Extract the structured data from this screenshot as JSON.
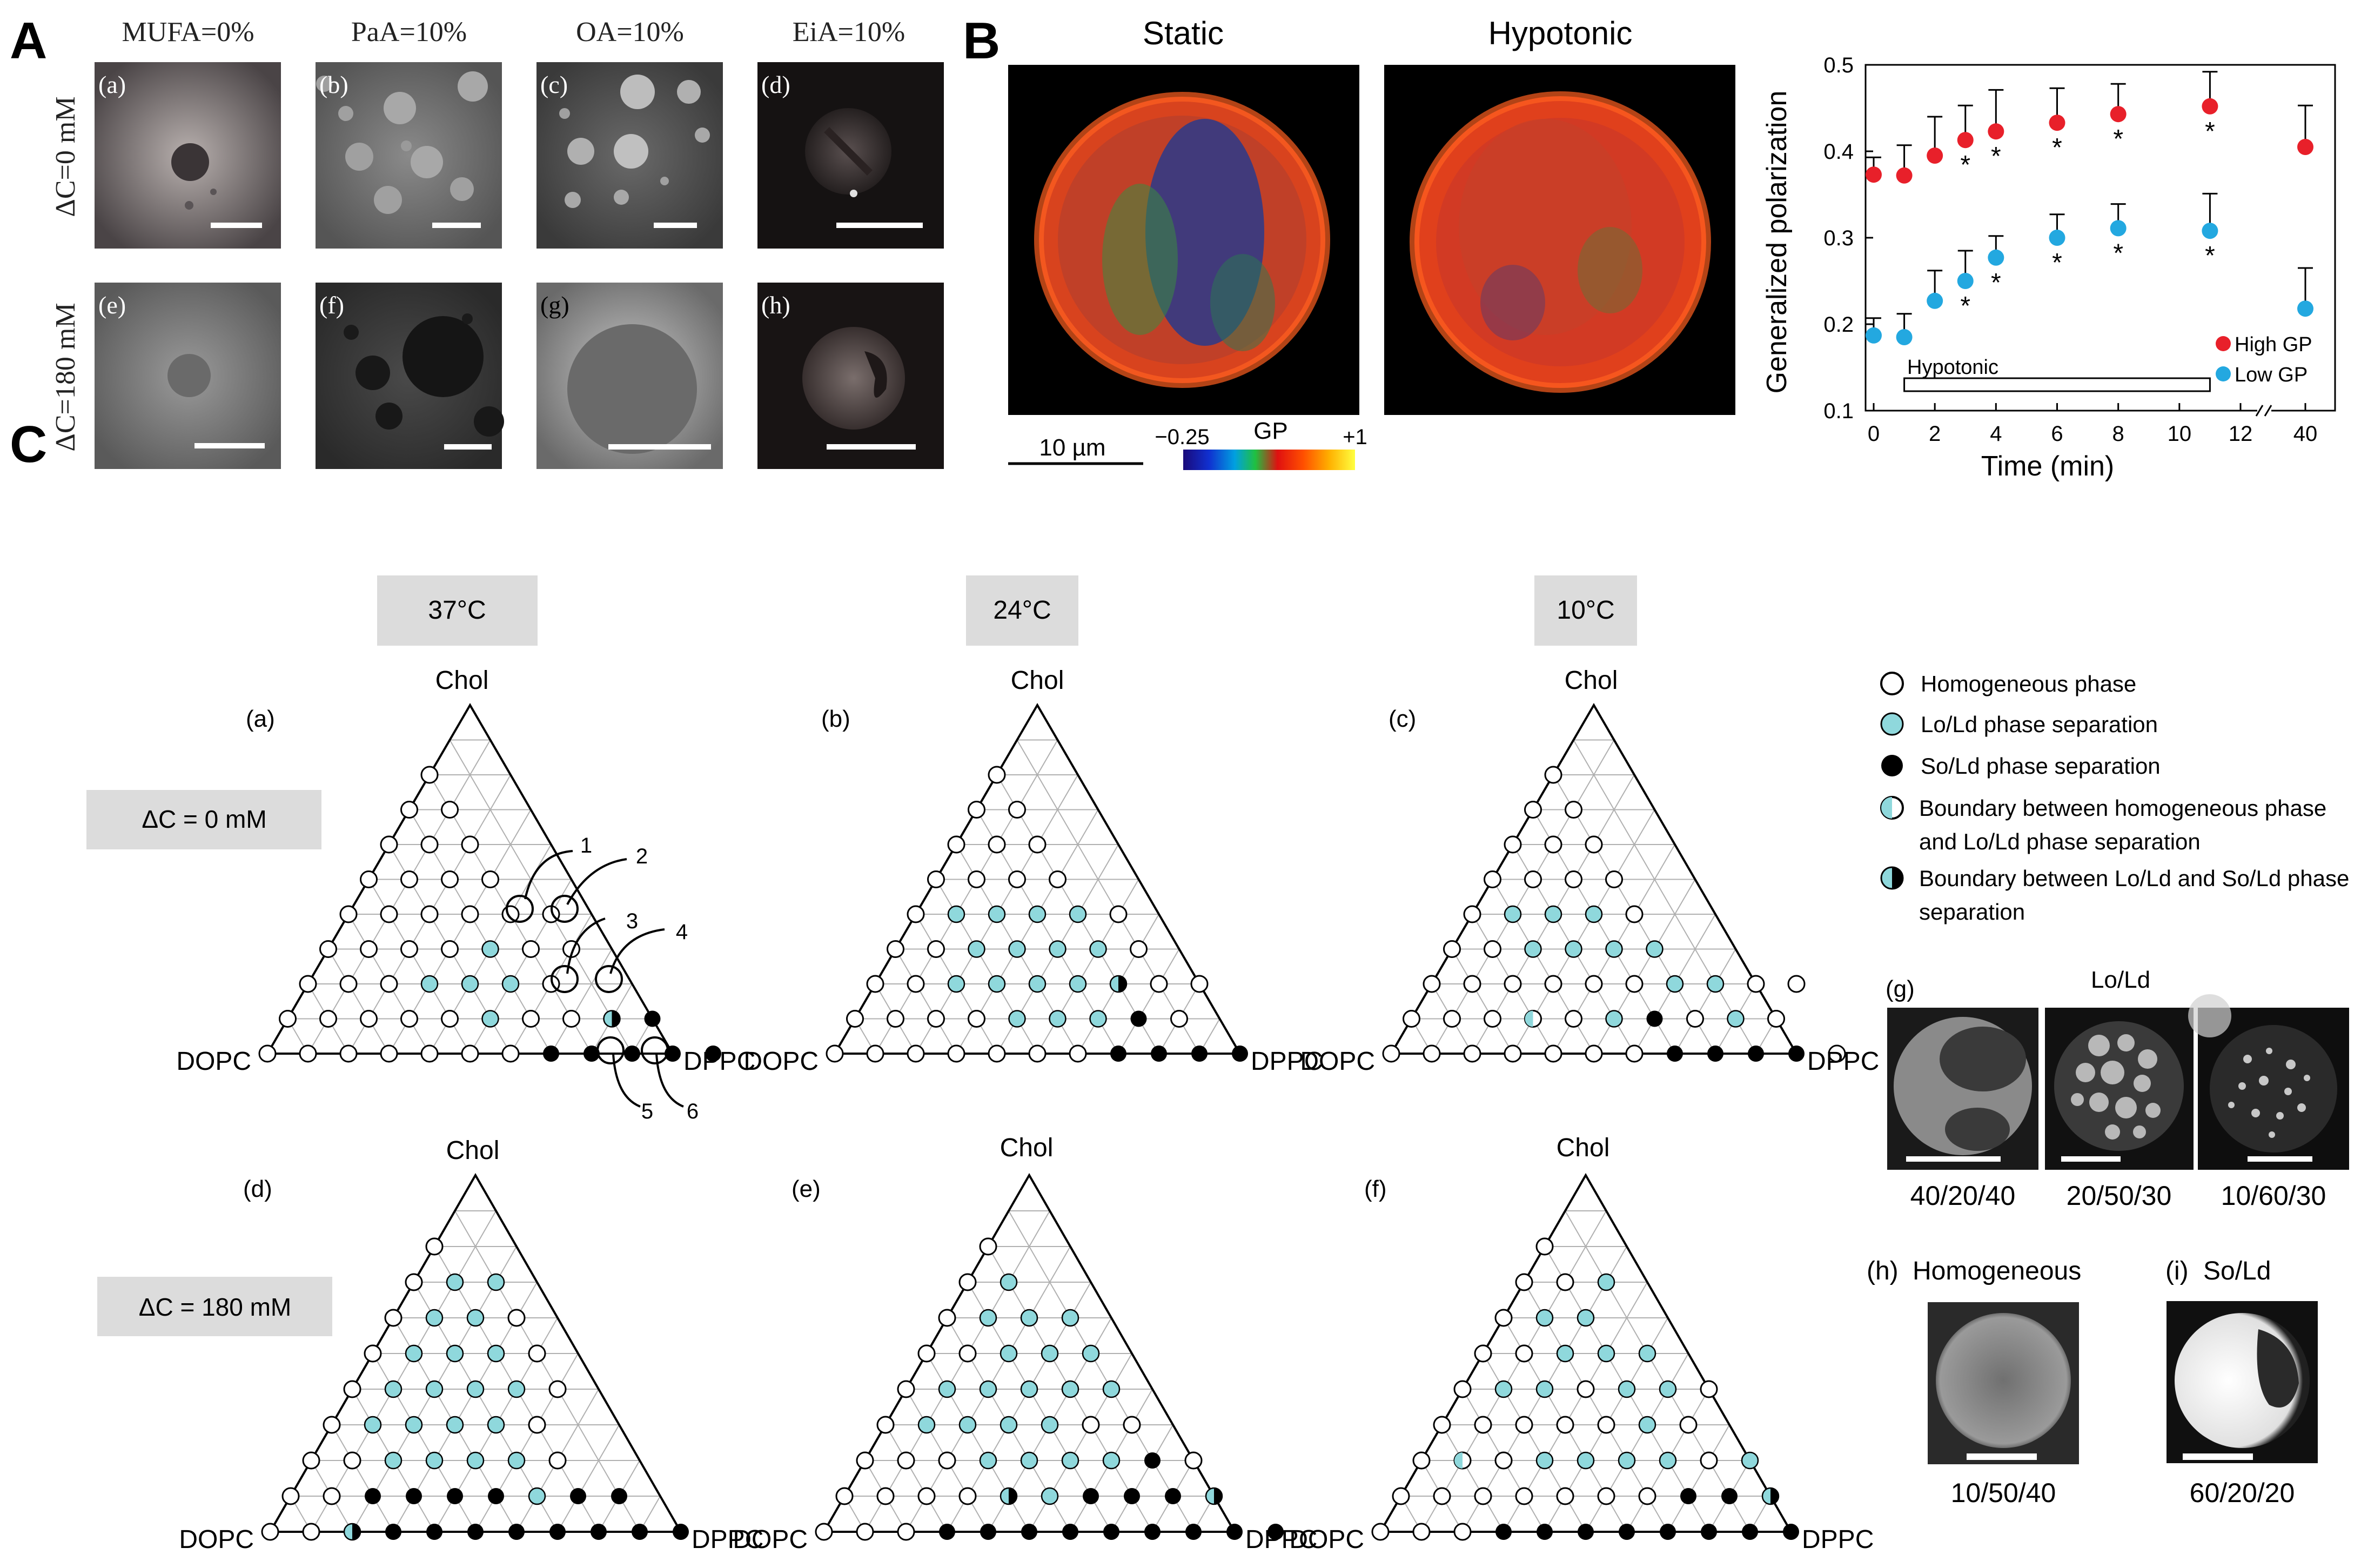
{
  "panelA": {
    "label": "A",
    "columns": [
      "MUFA=0%",
      "PaA=10%",
      "OA=10%",
      "EiA=10%"
    ],
    "rows": [
      "ΔC=0 mM",
      "ΔC=180 mM"
    ],
    "tiles": [
      "(a)",
      "(b)",
      "(c)",
      "(d)",
      "(e)",
      "(f)",
      "(g)",
      "(h)"
    ]
  },
  "panelB": {
    "label": "B",
    "image_titles": [
      "Static",
      "Hypotonic"
    ],
    "scalebar_label": "10 µm",
    "colorbar": {
      "label": "GP",
      "min_label": "−0.25",
      "max_label": "+1"
    }
  },
  "chart_data": {
    "type": "scatter",
    "xlabel": "Time  (min)",
    "ylabel": "Generalized polarization",
    "x_ticks": [
      "0",
      "2",
      "4",
      "6",
      "8",
      "10",
      "12",
      "40"
    ],
    "y_ticks": [
      "0.1",
      "0.2",
      "0.3",
      "0.4",
      "0.5"
    ],
    "ylim": [
      0.1,
      0.5
    ],
    "axis_break": "between 12 and 40",
    "annotation": "Hypotonic",
    "annotation_range": [
      1,
      11
    ],
    "legend_position": "bottom-right",
    "series": [
      {
        "name": "High GP",
        "color": "#e8202a",
        "x": [
          0,
          1,
          2,
          3,
          4,
          6,
          8,
          11,
          40
        ],
        "y": [
          0.373,
          0.372,
          0.395,
          0.413,
          0.423,
          0.433,
          0.443,
          0.452,
          0.405
        ],
        "err": [
          0.02,
          0.035,
          0.045,
          0.04,
          0.048,
          0.04,
          0.035,
          0.04,
          0.048
        ],
        "significant": [
          false,
          false,
          false,
          true,
          true,
          true,
          true,
          true,
          false
        ]
      },
      {
        "name": "Low GP",
        "color": "#23a8e0",
        "x": [
          0,
          1,
          2,
          3,
          4,
          6,
          8,
          11,
          40
        ],
        "y": [
          0.187,
          0.185,
          0.227,
          0.25,
          0.277,
          0.3,
          0.311,
          0.308,
          0.218
        ],
        "err": [
          0.02,
          0.027,
          0.035,
          0.035,
          0.025,
          0.027,
          0.028,
          0.043,
          0.047
        ],
        "significant": [
          false,
          false,
          false,
          true,
          true,
          true,
          true,
          true,
          false
        ]
      }
    ]
  },
  "panelC": {
    "label": "C",
    "temperatures": [
      "37°C",
      "24°C",
      "10°C"
    ],
    "rows": [
      "ΔC = 0 mM",
      "ΔC = 180 mM"
    ],
    "diagram_labels": [
      "(a)",
      "(b)",
      "(c)",
      "(d)",
      "(e)",
      "(f)"
    ],
    "vertex": {
      "top": "Chol",
      "left": "DOPC",
      "right": "DPPC"
    },
    "callouts": [
      "1",
      "2",
      "3",
      "4",
      "5",
      "6"
    ],
    "legend": [
      {
        "symbol": "open",
        "text": "Homogeneous phase"
      },
      {
        "symbol": "cyan",
        "text": "Lo/Ld phase separation"
      },
      {
        "symbol": "black",
        "text": "So/Ld phase separation"
      },
      {
        "symbol": "half-cyan",
        "text": "Boundary between homogeneous phase and Lo/Ld phase separation"
      },
      {
        "symbol": "half-black",
        "text": "Boundary between Lo/Ld and So/Ld phase separation"
      }
    ],
    "micrographs": {
      "g_label": "(g)",
      "g_title": "Lo/Ld",
      "g_compositions": [
        "40/20/40",
        "20/50/30",
        "10/60/30"
      ],
      "h_label": "(h)",
      "h_title": "Homogeneous",
      "h_composition": "10/50/40",
      "i_label": "(i)",
      "i_title": "So/Ld",
      "i_composition": "60/20/20"
    }
  },
  "colors": {
    "cyan_phase": "#8fd8dc",
    "high_gp": "#e8202a",
    "low_gp": "#23a8e0",
    "temp_box": "#dcdcdc"
  }
}
